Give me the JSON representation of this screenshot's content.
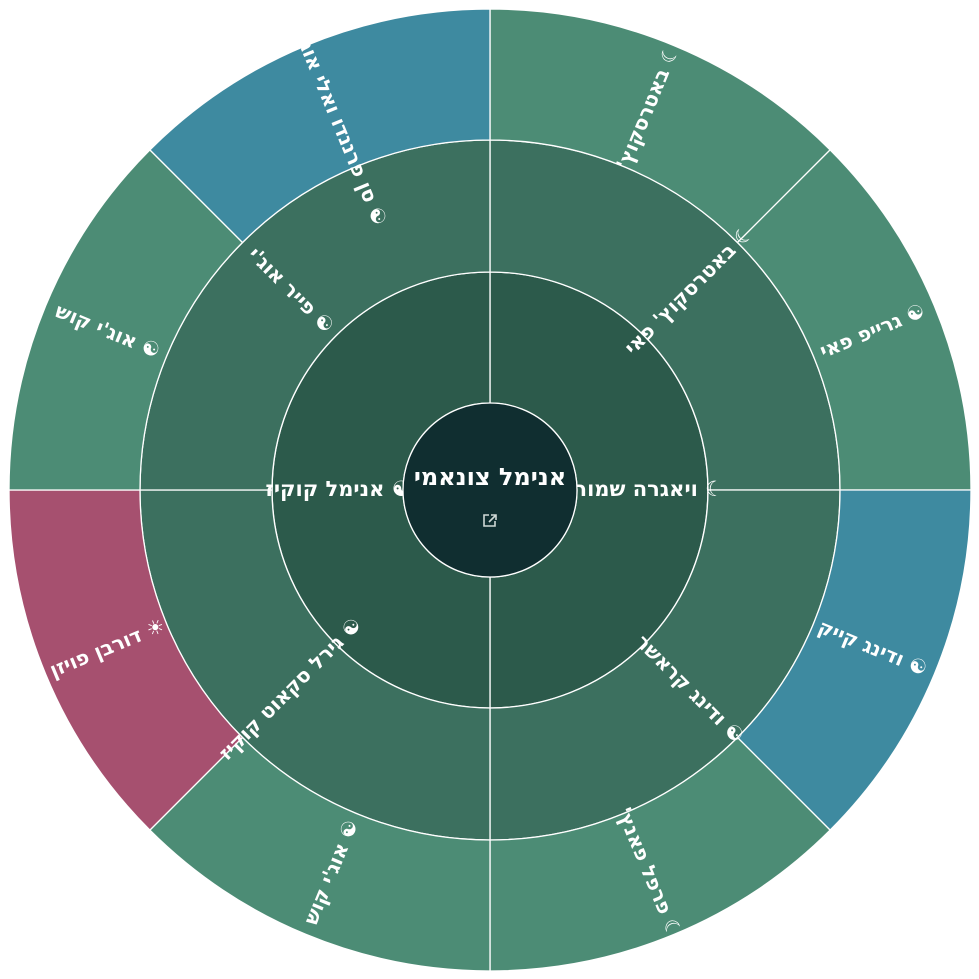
{
  "center": {
    "label": "אנימל צונאמי",
    "color": "#102e30",
    "icon": "external-link-icon"
  },
  "icons": {
    "moon": "☾",
    "yinyang": "☯",
    "sun": "☀"
  },
  "palette": {
    "inner": "#2c5a4b",
    "middle": "#3c705f",
    "outer_green": "#4c8c75",
    "outer_blue": "#3e8aa0",
    "outer_pink": "#a6506f"
  },
  "inner_ring": [
    {
      "label": "ויאגרה שמורה",
      "icon": "moon"
    },
    {
      "label": "אנימל קוקיז",
      "icon": "yinyang"
    }
  ],
  "middle_ring": [
    {
      "label": "באטרסקוץ' פאי",
      "icon": "moon"
    },
    {
      "label": "ודינג קראשר",
      "icon": "yinyang"
    },
    {
      "label": "גירל סקאוט קוקיז",
      "icon": "yinyang"
    },
    {
      "label": "פייר אוג'י",
      "icon": "yinyang"
    }
  ],
  "outer_ring": [
    {
      "label": "באטרסקוץ'",
      "icon": "moon",
      "color": "outer_green"
    },
    {
      "label": "גרייפ פאי",
      "icon": "yinyang",
      "color": "outer_green"
    },
    {
      "label": "ודינג קייק",
      "icon": "yinyang",
      "color": "outer_blue"
    },
    {
      "label": "פרפל פאנץ'",
      "icon": "moon",
      "color": "outer_green"
    },
    {
      "label": "אוג'י קוש",
      "icon": "yinyang",
      "color": "outer_green"
    },
    {
      "label": "דורבן פויזן",
      "icon": "sun",
      "color": "outer_pink"
    },
    {
      "label": "אוג'י קוש",
      "icon": "yinyang",
      "color": "outer_green"
    },
    {
      "label": "סן פרננדו ואלי אוג'י קוש",
      "icon": "yinyang",
      "color": "outer_blue"
    }
  ]
}
